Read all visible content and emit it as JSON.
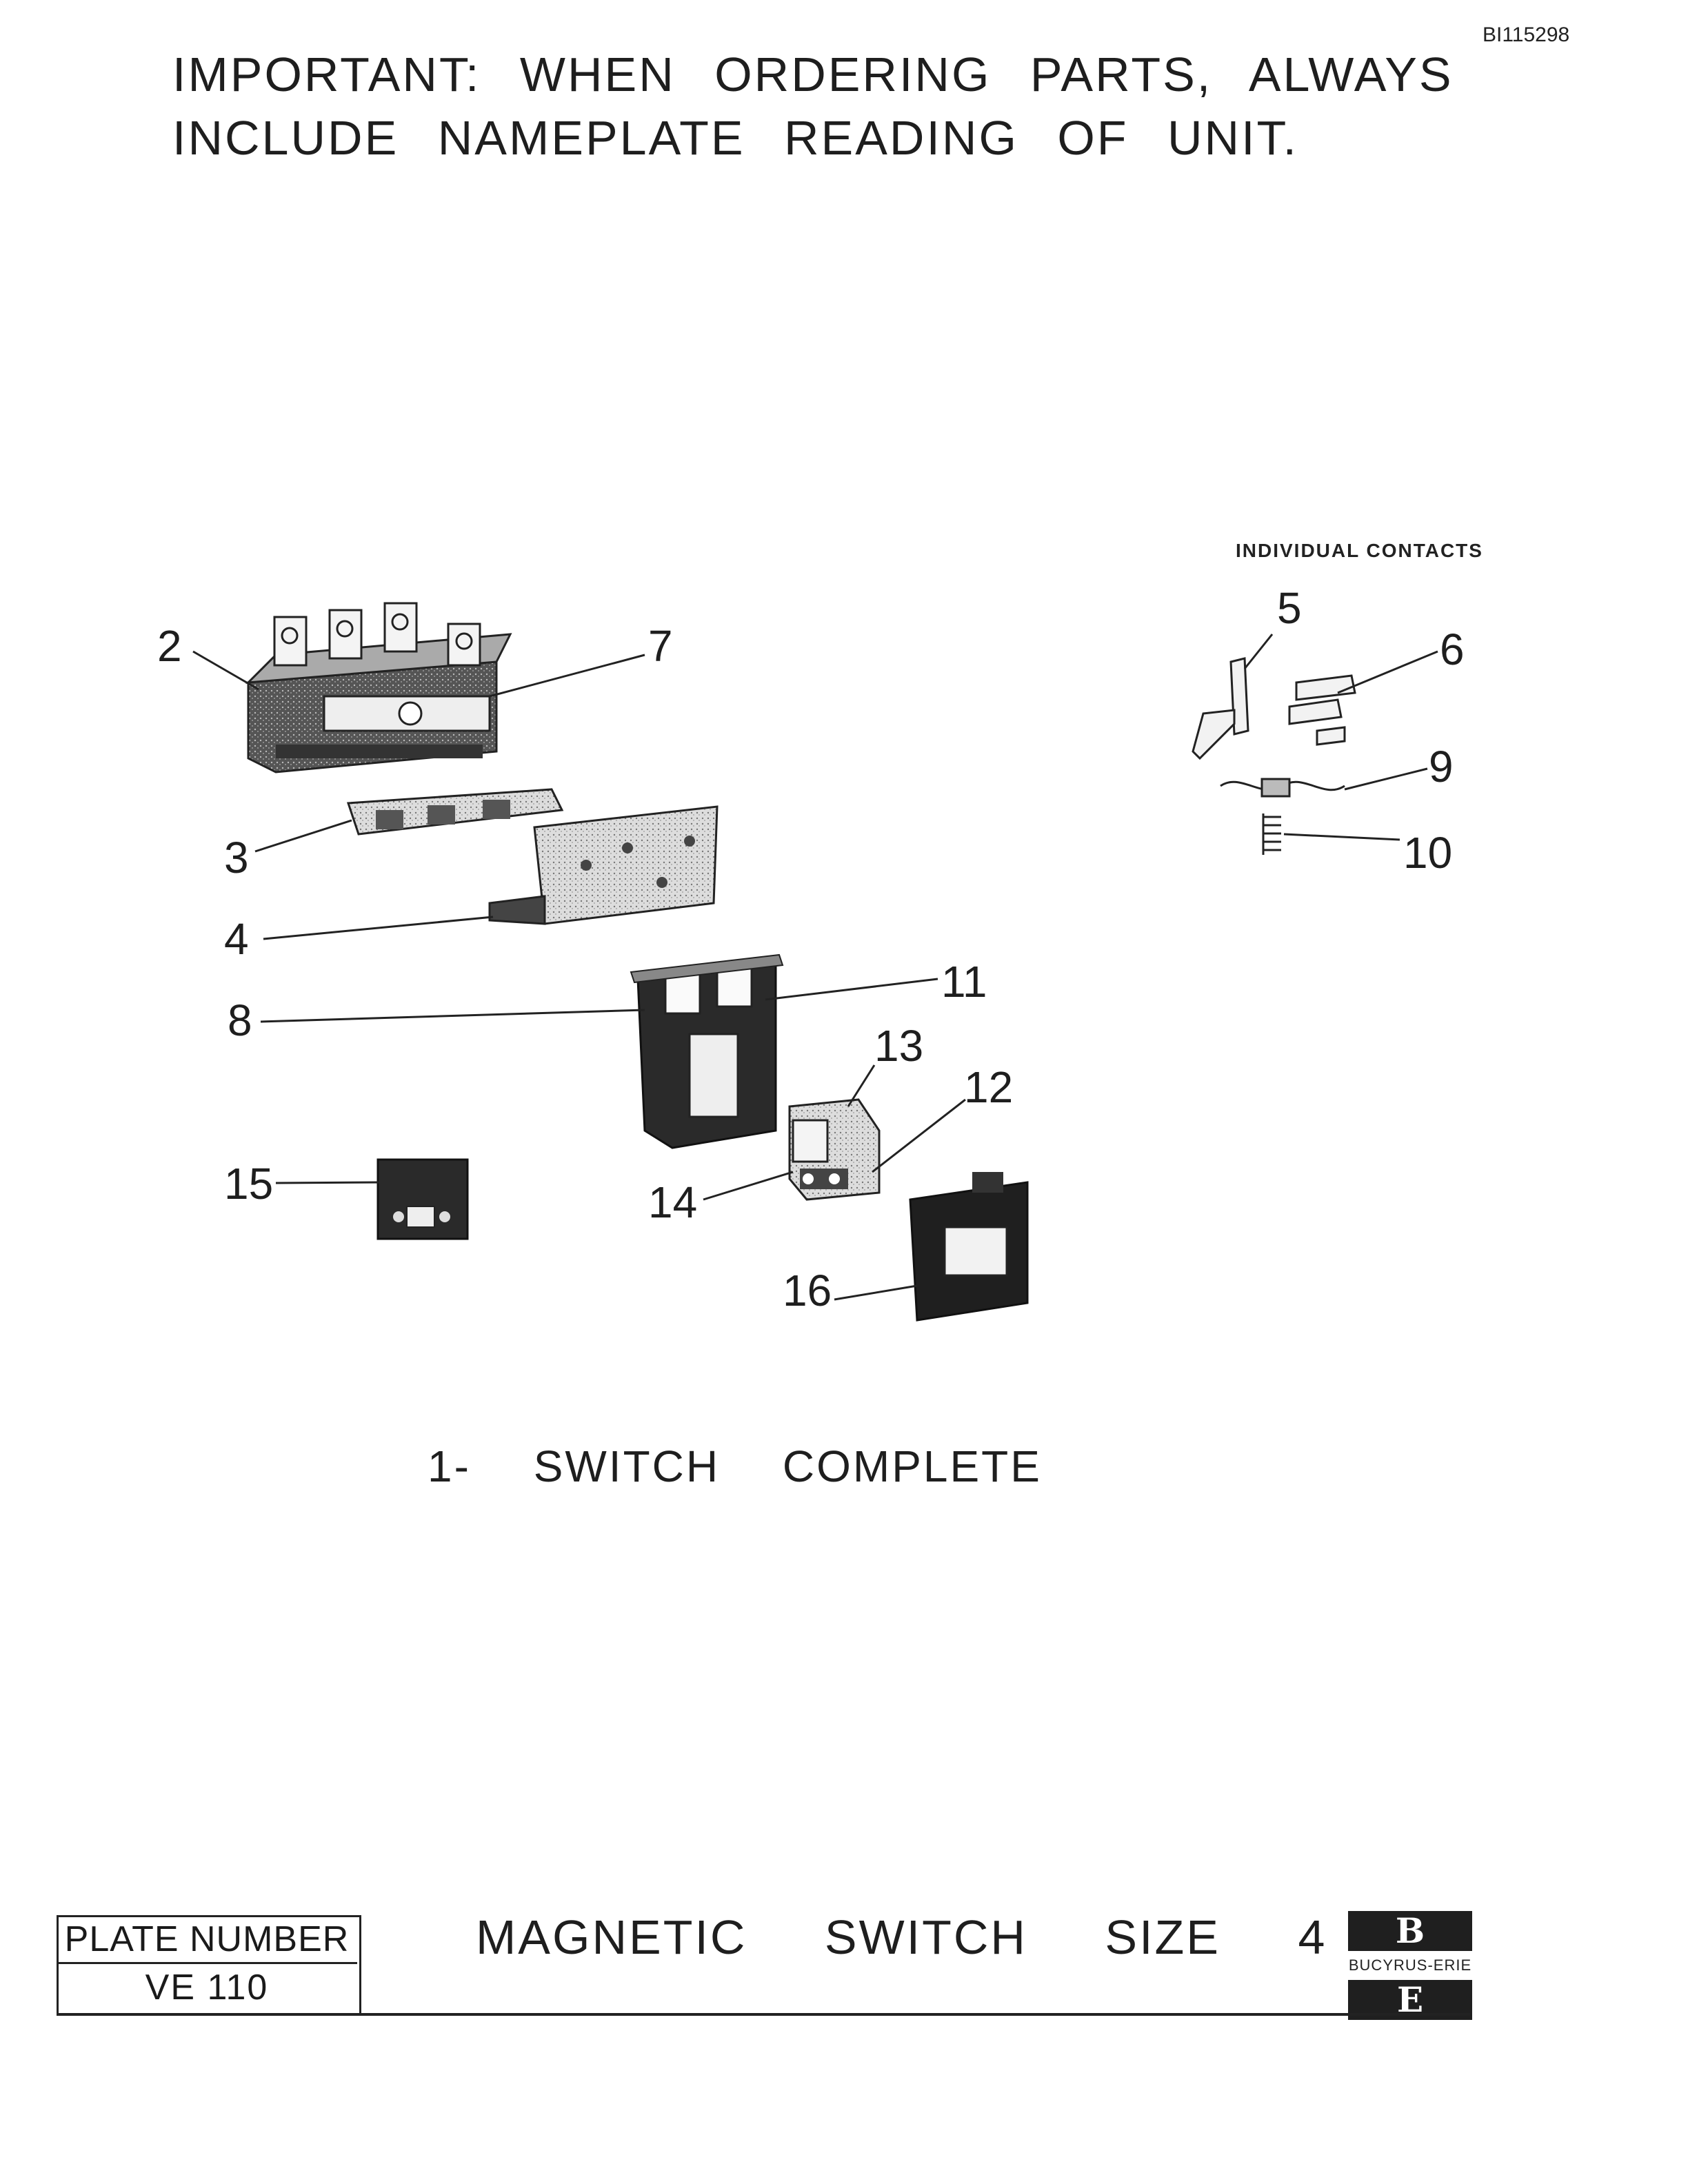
{
  "document": {
    "doc_id": "BI115298",
    "notice_line1": "IMPORTANT: WHEN ORDERING PARTS, ALWAYS",
    "notice_line2": "INCLUDE NAMEPLATE READING OF UNIT.",
    "contacts_heading": "INDIVIDUAL CONTACTS",
    "switch_caption": "1- SWITCH COMPLETE",
    "plate_label": "PLATE NUMBER",
    "plate_number": "VE 110",
    "title": "MAGNETIC SWITCH SIZE 4",
    "logo_top": "B",
    "logo_name": "BUCYRUS-ERIE",
    "logo_bottom": "E"
  },
  "callouts": [
    "2",
    "7",
    "3",
    "4",
    "8",
    "11",
    "13",
    "12",
    "14",
    "15",
    "16",
    "5",
    "6",
    "9",
    "10"
  ],
  "icons": [
    "contact-block-assembly",
    "arc-hood",
    "arc-box",
    "magnet-frame",
    "overload-relay",
    "operating-coil",
    "auxiliary-contact",
    "contact-spring"
  ]
}
